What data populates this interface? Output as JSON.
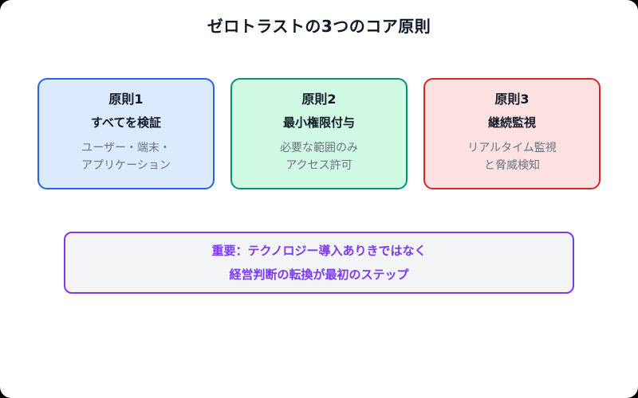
{
  "page": {
    "title": "ゼロトラストの3つのコア原則"
  },
  "principles": [
    {
      "label": "原則1",
      "heading": "すべてを検証",
      "description_line1": "ユーザー・端末・",
      "description_line2": "アプリケーション",
      "border_color": "#2563eb",
      "background_color": "#dbeafe"
    },
    {
      "label": "原則2",
      "heading": "最小権限付与",
      "description_line1": "必要な範囲のみ",
      "description_line2": "アクセス許可",
      "border_color": "#059669",
      "background_color": "#d1fae5"
    },
    {
      "label": "原則3",
      "heading": "継続監視",
      "description_line1": "リアルタイム監視",
      "description_line2": "と脅威検知",
      "border_color": "#dc2626",
      "background_color": "#fee2e2"
    }
  ],
  "note": {
    "line1": "重要：テクノロジー導入ありきではなく",
    "line2": "経営判断の転換が最初のステップ",
    "text_color": "#7c3aed",
    "border_color": "#7c3aed",
    "background_color": "#f3f4f6"
  }
}
